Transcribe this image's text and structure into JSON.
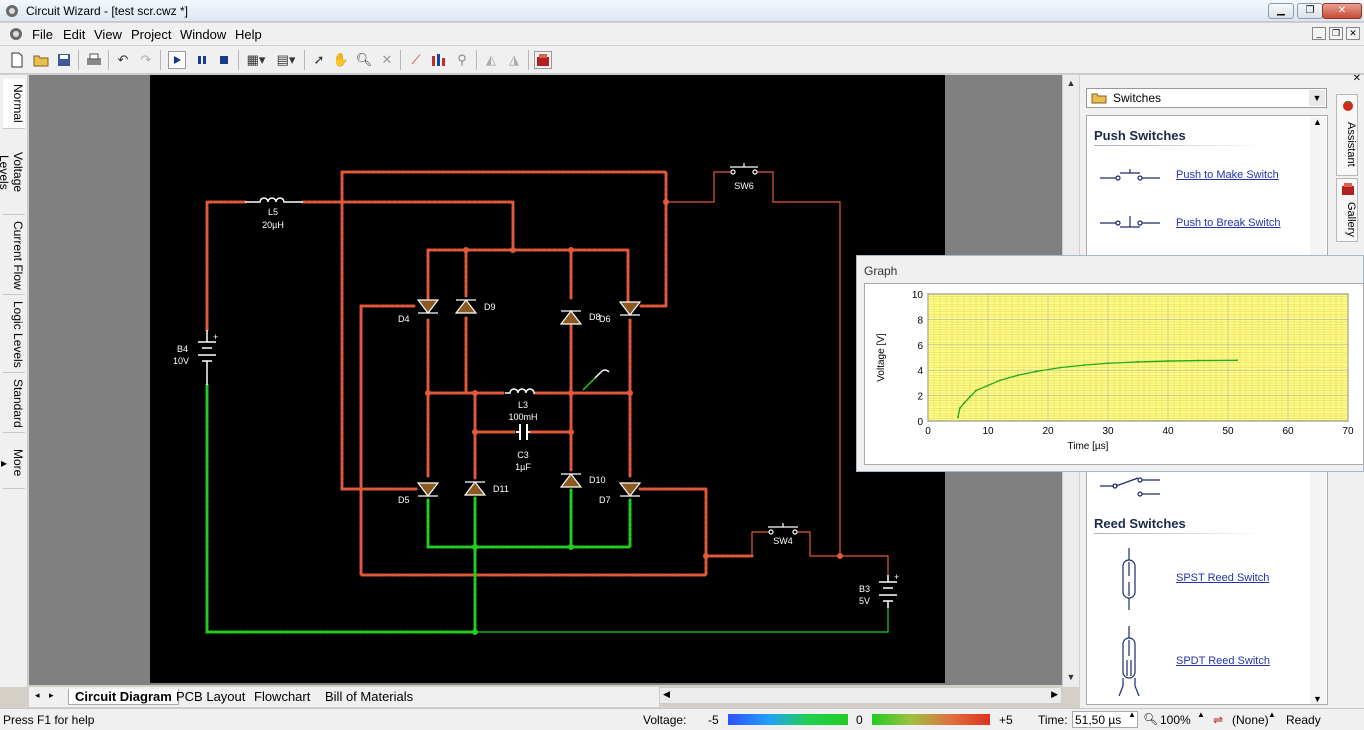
{
  "window": {
    "title": "Circuit Wizard - [test scr.cwz *]"
  },
  "menu": [
    "File",
    "Edit",
    "View",
    "Project",
    "Window",
    "Help"
  ],
  "left_tabs": [
    "Normal",
    "Voltage Levels",
    "Current Flow",
    "Logic Levels",
    "Standard",
    "More ▸"
  ],
  "bottom_tabs": [
    "Circuit Diagram",
    "PCB Layout",
    "Flowchart",
    "Bill of Materials"
  ],
  "components": {
    "L5": {
      "name": "L5",
      "value": "20µH"
    },
    "B4": {
      "name": "B4",
      "value": "10V"
    },
    "L3": {
      "name": "L3",
      "value": "100mH"
    },
    "C3": {
      "name": "C3",
      "value": "1µF"
    },
    "B3": {
      "name": "B3",
      "value": "5V"
    },
    "SW6": "SW6",
    "SW4": "SW4",
    "diodes": [
      "D4",
      "D9",
      "D8",
      "D6",
      "D5",
      "D11",
      "D10",
      "D7"
    ]
  },
  "assistant": {
    "combo_value": "Switches",
    "side_tabs": [
      "Assistant",
      "Gallery"
    ],
    "sections": [
      {
        "header": "Push Switches",
        "items": [
          "Push to Make Switch",
          "Push to Break Switch"
        ]
      },
      {
        "header": "Reed Switches",
        "items": [
          "SPST Reed Switch",
          "SPDT Reed Switch"
        ]
      }
    ]
  },
  "graph": {
    "window_title": "Graph",
    "chart_data": {
      "type": "line",
      "xlabel": "Time [µs]",
      "ylabel": "Voltage [V]",
      "xlim": [
        0,
        70
      ],
      "ylim": [
        0,
        10
      ],
      "x_ticks": [
        0,
        10,
        20,
        30,
        40,
        50,
        60,
        70
      ],
      "y_ticks": [
        0,
        2,
        4,
        6,
        8,
        10
      ],
      "grid": true,
      "series": [
        {
          "color": "#22aa22",
          "x": [
            5,
            5.3,
            6,
            7,
            8,
            10,
            12,
            15,
            18,
            22,
            26,
            30,
            35,
            40,
            45,
            51.5
          ],
          "y": [
            0.3,
            1.0,
            1.4,
            1.9,
            2.4,
            2.8,
            3.2,
            3.6,
            3.9,
            4.2,
            4.4,
            4.55,
            4.65,
            4.72,
            4.76,
            4.78
          ]
        }
      ]
    }
  },
  "status": {
    "help": "Press F1 for help",
    "voltage_label": "Voltage:",
    "v_min": "-5",
    "v_mid": "0",
    "v_max": "+5",
    "time_label": "Time:",
    "time_value": "51,50 µs",
    "zoom": "100%",
    "probe": "(None)",
    "state": "Ready"
  },
  "colors": {
    "wire_positive": "#e05a3a",
    "wire_ground": "#22cc22",
    "component": "#ffffff",
    "diode_fill": "#8a5a20"
  }
}
